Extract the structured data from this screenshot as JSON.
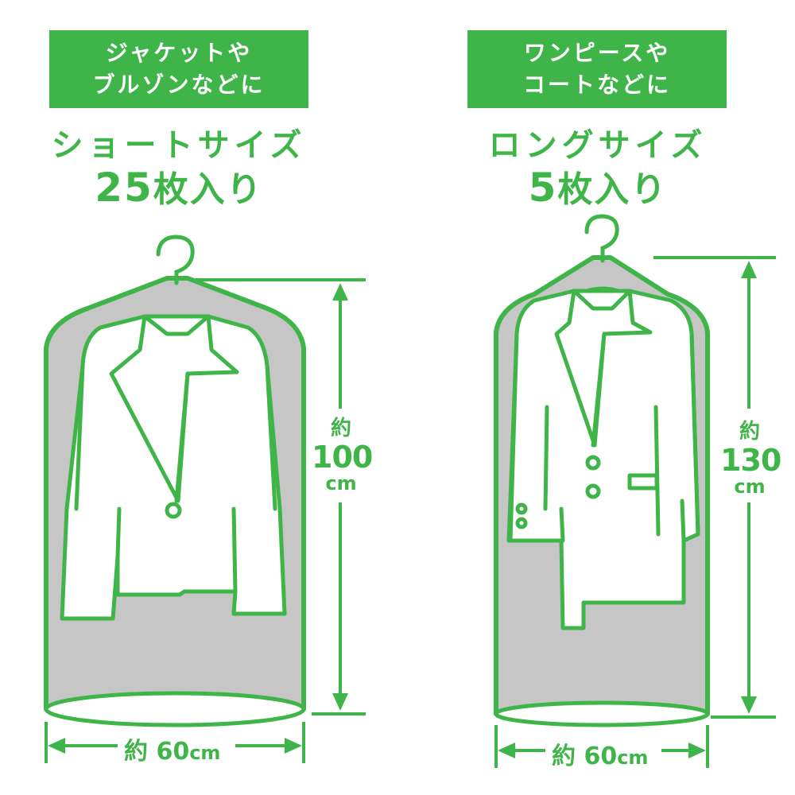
{
  "colors": {
    "accent": "#3fb549",
    "bag": "#c6c6c6",
    "garment": "#ffffff"
  },
  "short": {
    "badge": {
      "line1": "ジャケットや",
      "line2": "ブルゾンなどに"
    },
    "size_name": "ショートサイズ",
    "count_num": "25",
    "count_suffix": "枚入り",
    "height": {
      "approx": "約",
      "value": "100",
      "unit": "cm"
    },
    "width": {
      "approx": "約",
      "value": "60",
      "unit": "cm"
    },
    "icons": [
      "hanger-icon",
      "jacket-icon",
      "garment-bag-icon"
    ]
  },
  "long": {
    "badge": {
      "line1": "ワンピースや",
      "line2": "コートなどに"
    },
    "size_name": "ロングサイズ",
    "count_num": "5",
    "count_suffix": "枚入り",
    "height": {
      "approx": "約",
      "value": "130",
      "unit": "cm"
    },
    "width": {
      "approx": "約",
      "value": "60",
      "unit": "cm"
    },
    "icons": [
      "hanger-icon",
      "coat-icon",
      "garment-bag-icon"
    ]
  }
}
